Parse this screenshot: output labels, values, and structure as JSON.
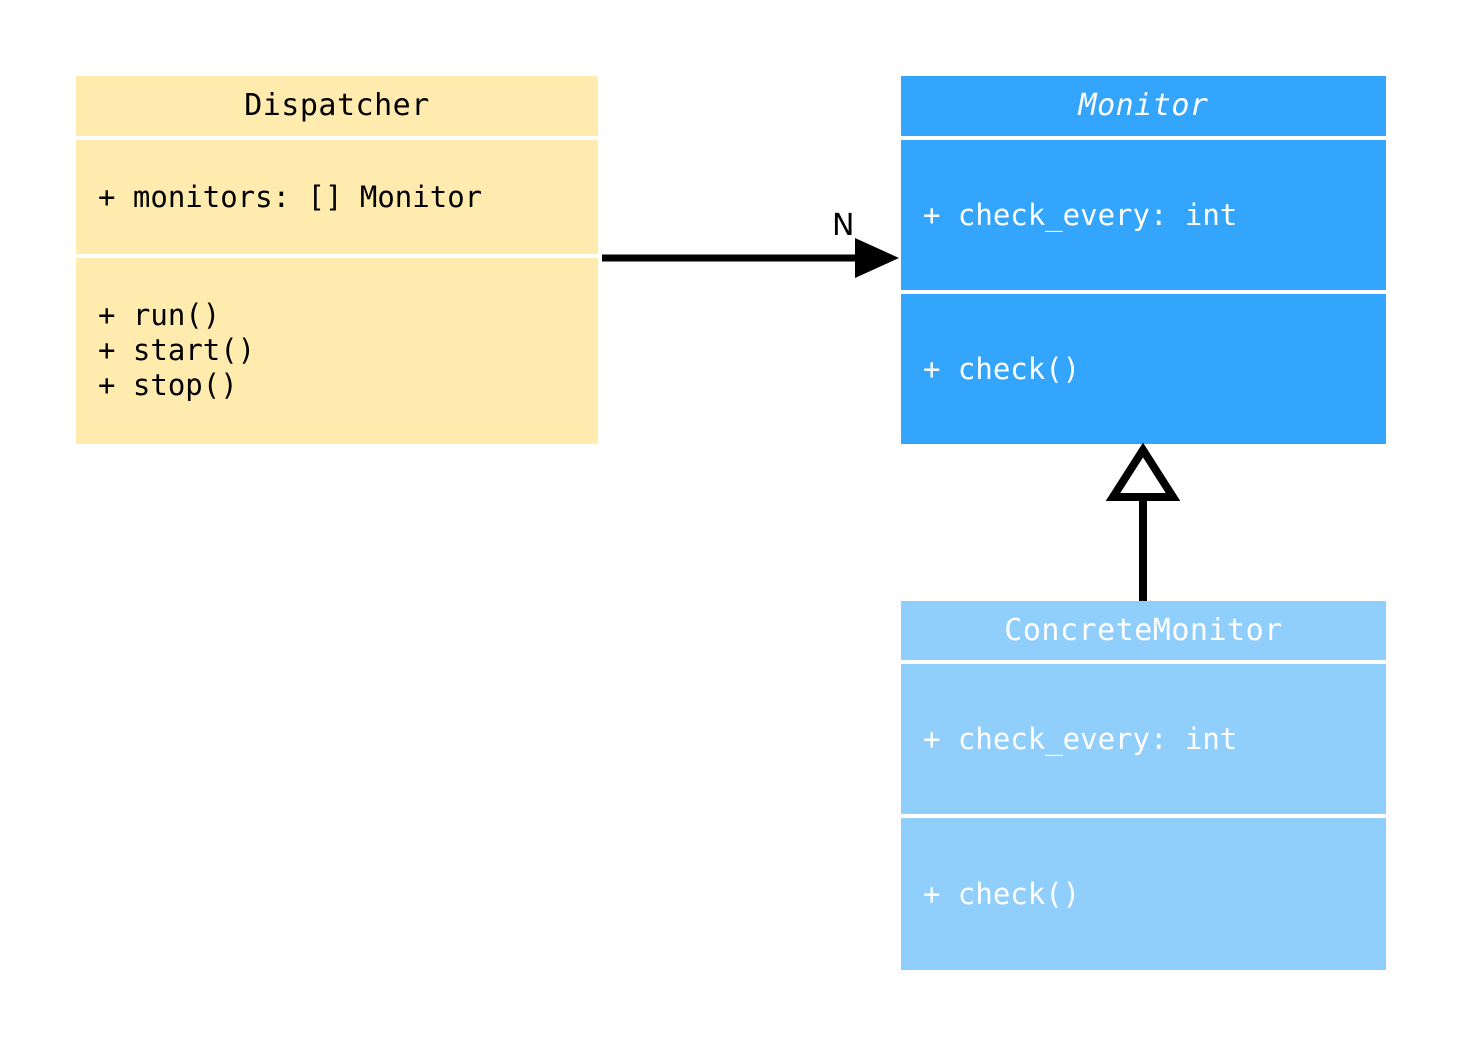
{
  "diagram": {
    "kind": "uml-class-diagram",
    "background": "#ffffff",
    "classes": [
      {
        "id": "dispatcher",
        "name": "Dispatcher",
        "abstract": false,
        "fill": "#ffebad",
        "text_color": "#000000",
        "attributes": [
          "+ monitors: [] Monitor"
        ],
        "methods": [
          "+ run()",
          "+ start()",
          "+ stop()"
        ]
      },
      {
        "id": "monitor",
        "name": "Monitor",
        "abstract": true,
        "fill": "#33a5fd",
        "text_color": "#ffffff",
        "attributes": [
          "+ check_every: int"
        ],
        "methods": [
          "+ check()"
        ]
      },
      {
        "id": "concrete_monitor",
        "name": "ConcreteMonitor",
        "abstract": false,
        "fill": "#90cefb",
        "text_color": "#ffffff",
        "attributes": [
          "+ check_every: int"
        ],
        "methods": [
          "+ check()"
        ]
      }
    ],
    "relationships": [
      {
        "id": "dispatcher-monitor",
        "type": "association",
        "from": "Dispatcher",
        "to": "Monitor",
        "label": "N",
        "arrowhead": "filled",
        "line_color": "#000000"
      },
      {
        "id": "concrete-monitor-monitor",
        "type": "generalization",
        "from": "ConcreteMonitor",
        "to": "Monitor",
        "label": "",
        "arrowhead": "hollow-triangle",
        "line_color": "#000000"
      }
    ]
  }
}
